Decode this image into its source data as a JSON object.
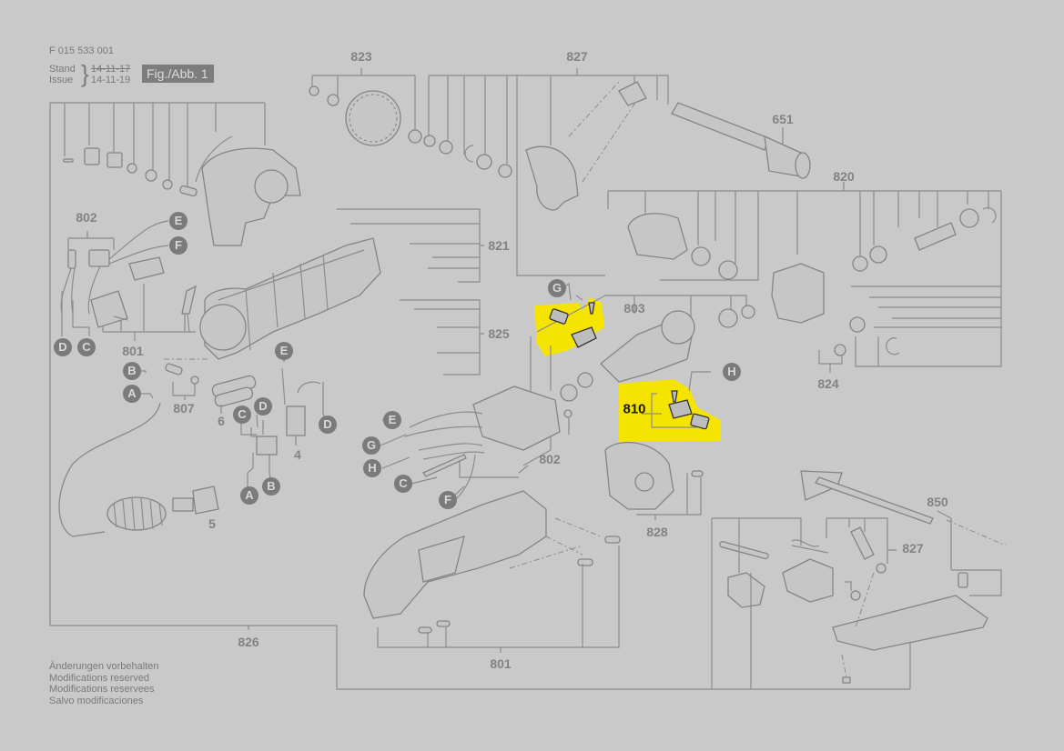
{
  "header": {
    "doc_number": "F 015 533 001",
    "stand_label": "Stand",
    "issue_label": "Issue",
    "old_date": "14-11-17",
    "new_date": "14-11-19",
    "figure_badge": "Fig./Abb. 1"
  },
  "footer": {
    "lines": [
      "Änderungen vorbehalten",
      "Modifications reserved",
      "Modifications reservees",
      "Salvo modificaciones"
    ]
  },
  "colors": {
    "background": "#c9c9c9",
    "line": "#8c8c8c",
    "label_circle": "#7b7b7b",
    "highlight": "#f5e400"
  },
  "part_numbers": {
    "p823": "823",
    "p827_top": "827",
    "p651": "651",
    "p820": "820",
    "p802_left": "802",
    "p821": "821",
    "p825": "825",
    "p801_left": "801",
    "p807": "807",
    "p6": "6",
    "p4": "4",
    "p5": "5",
    "p803": "803",
    "p824": "824",
    "p810": "810",
    "p802_mid": "802",
    "p828": "828",
    "p850": "850",
    "p827_bottom": "827",
    "p826": "826",
    "p801_bottom": "801"
  },
  "connector_labels": {
    "E1": "E",
    "F1": "F",
    "D1": "D",
    "C1": "C",
    "B1": "B",
    "A1": "A",
    "E2": "E",
    "D2": "D",
    "C2": "C",
    "D3": "D",
    "A2": "A",
    "B2": "B",
    "G1": "G",
    "H1": "H",
    "E3": "E",
    "G2": "G",
    "H2": "H",
    "C3": "C",
    "F2": "F"
  },
  "highlighted_parts": [
    "810"
  ]
}
